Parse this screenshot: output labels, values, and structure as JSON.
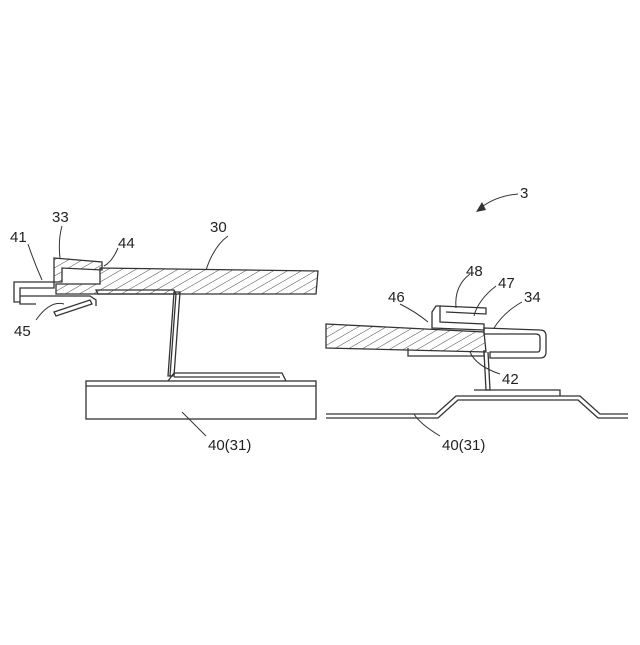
{
  "figure": {
    "ref_assembly": "3",
    "labels": {
      "l30": "30",
      "l33": "33",
      "l41": "41",
      "l44": "44",
      "l45": "45",
      "l40_left": "40(31)",
      "l40_right": "40(31)",
      "l48": "48",
      "l47": "47",
      "l46": "46",
      "l34": "34",
      "l42": "42"
    }
  }
}
